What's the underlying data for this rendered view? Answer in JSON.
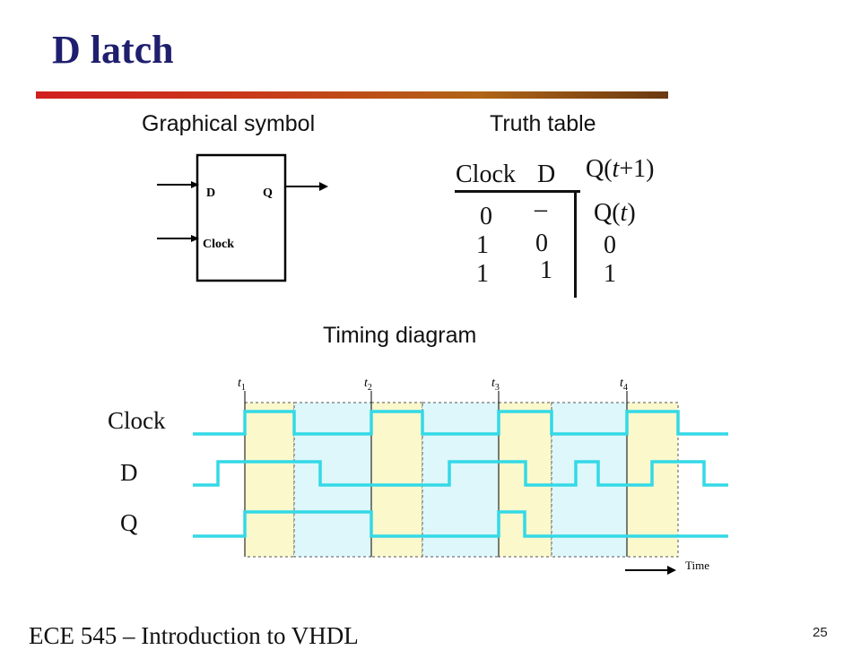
{
  "slide": {
    "title": "D latch",
    "footer": "ECE 545 – Introduction to VHDL",
    "page_number": "25"
  },
  "symbol": {
    "heading": "Graphical symbol",
    "d_label": "D",
    "q_label": "Q",
    "clock_label": "Clock"
  },
  "truth_table": {
    "heading": "Truth table",
    "col_clock": "Clock",
    "col_d": "D",
    "col_out": "Q(t+1)",
    "rows": [
      {
        "clock": "0",
        "d": "–",
        "q": "Q(t)"
      },
      {
        "clock": "1",
        "d": "0",
        "q": "0"
      },
      {
        "clock": "1",
        "d": "1",
        "q": "1"
      }
    ]
  },
  "timing": {
    "heading": "Timing diagram",
    "labels": [
      "Clock",
      "D",
      "Q"
    ],
    "time_label": "Time",
    "marker_labels": [
      "t1",
      "t2",
      "t3",
      "t4"
    ],
    "colors": {
      "wave": "#33d9e6",
      "clock_high": "#fbf8cc",
      "clock_low": "#ddf7fb"
    },
    "clock": [
      0,
      1,
      0,
      1,
      0,
      1,
      0,
      1,
      0
    ],
    "d": [
      0,
      1,
      0,
      1,
      0,
      1,
      0,
      1,
      0
    ],
    "q": [
      0,
      1,
      0,
      1,
      0
    ]
  }
}
